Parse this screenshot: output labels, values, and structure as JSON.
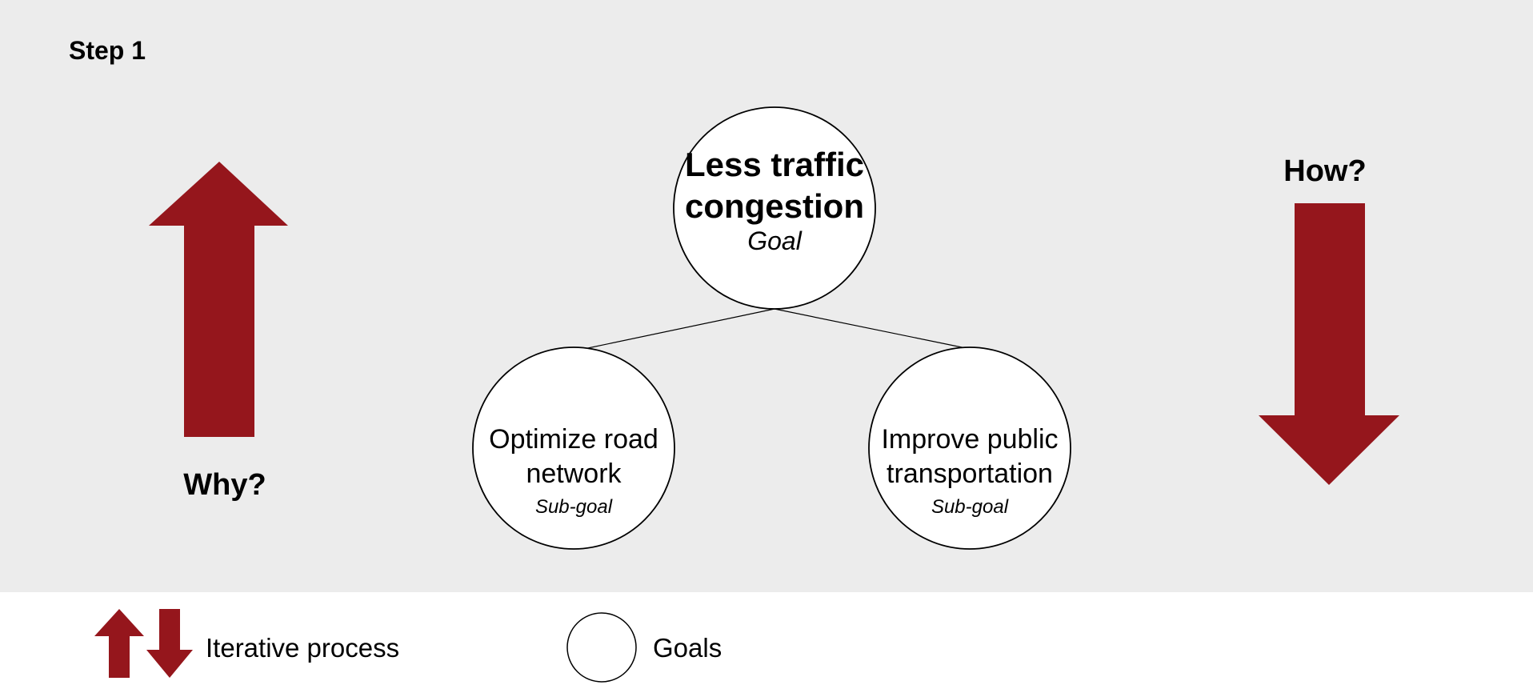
{
  "step_label": "Step 1",
  "why_label": "Why?",
  "how_label": "How?",
  "goal": {
    "title_line1": "Less traffic",
    "title_line2": "congestion",
    "type": "Goal"
  },
  "subgoals": [
    {
      "line1": "Optimize road",
      "line2": "network",
      "type": "Sub-goal"
    },
    {
      "line1": "Improve public",
      "line2": "transportation",
      "type": "Sub-goal"
    }
  ],
  "legend": {
    "arrows_label": "Iterative process",
    "circle_label": "Goals"
  },
  "colors": {
    "arrow": "#95161c",
    "background": "#ececec"
  }
}
